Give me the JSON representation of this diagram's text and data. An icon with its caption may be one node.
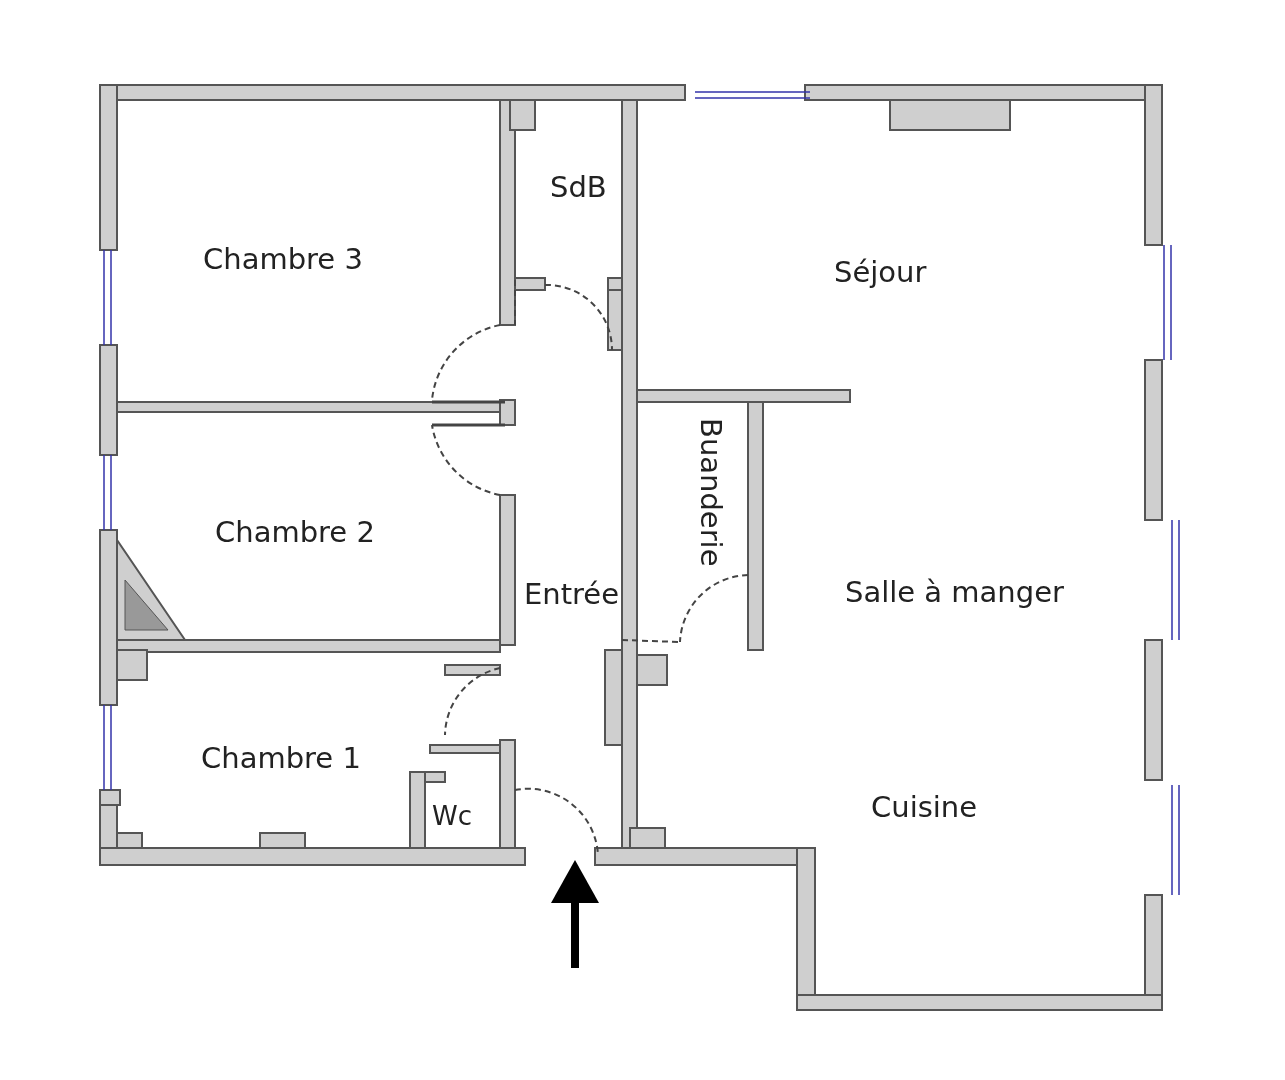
{
  "diagram": {
    "labels": [
      "SdB",
      "Chambre 3",
      "Séjour",
      "Buanderie",
      "Chambre 2",
      "Salle à manger",
      "Entrée",
      "Chambre 1",
      "Cuisine",
      "Wc"
    ]
  }
}
